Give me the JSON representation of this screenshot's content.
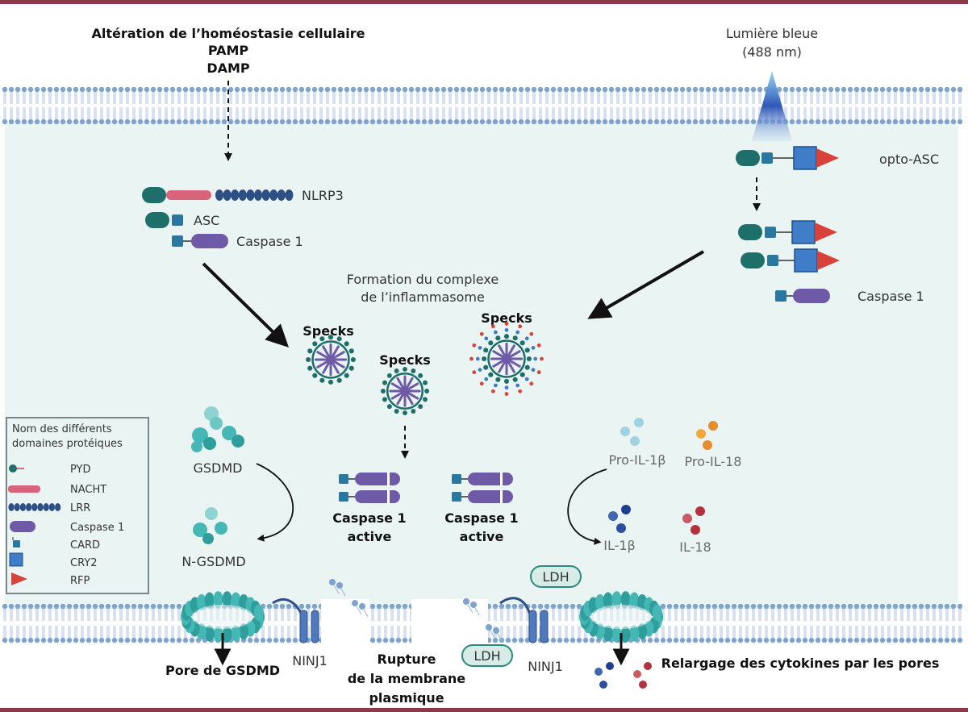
{
  "labels": {
    "top_stimulus": "Altération de l’homéostasie cellulaire",
    "pamp": "PAMP",
    "damp": "DAMP",
    "blue_light_1": "Lumière bleue",
    "blue_light_2": "(488 nm)",
    "opto_asc": "opto-ASC",
    "nlrp3": "NLRP3",
    "asc": "ASC",
    "caspase1_left": "Caspase 1",
    "caspase1_right": "Caspase 1",
    "complex_1": "Formation du complexe",
    "complex_2": "de l’inflammasome",
    "specks_1": "Specks",
    "specks_2": "Specks",
    "specks_3": "Specks",
    "gsdmd": "GSDMD",
    "n_gsdmd": "N-GSDMD",
    "casp_active_1a": "Caspase 1",
    "casp_active_1b": "active",
    "casp_active_2a": "Caspase 1",
    "casp_active_2b": "active",
    "pro_il1b": "Pro-IL-1β",
    "pro_il18": "Pro-IL-18",
    "il1b": "IL-1β",
    "il18": "IL-18",
    "ldh_inside": "LDH",
    "ldh_outside": "LDH",
    "ninj1_left": "NINJ1",
    "ninj1_right": "NINJ1",
    "pore": "Pore de GSDMD",
    "rupture_1": "Rupture",
    "rupture_2": "de la membrane",
    "rupture_3": "plasmique",
    "release": "Relargage des cytokines par les pores"
  },
  "legend": {
    "title_1": "Nom des différents",
    "title_2": "domaines protéiques",
    "items": [
      "PYD",
      "NACHT",
      "LRR",
      "Caspase 1",
      "CARD",
      "CRY2",
      "RFP"
    ]
  },
  "colors": {
    "frame": "#8b3a4a",
    "membrane_head": "#7fa3cf",
    "cytoplasm": "#eaf4f2",
    "pyd": "#1e6e6a",
    "nacht": "#d9637a",
    "lrr": "#2d4f86",
    "caspase": "#6f5aa8",
    "card": "#2a78a0",
    "cry2": "#3f7dc8",
    "rfp": "#d7433a",
    "gsdmd": "#45b7b5",
    "ldh": "#2a8a80"
  },
  "icons": {
    "blue_light": "light-beam-icon",
    "speck": "speck-icon",
    "pore": "gsdmd-pore-icon",
    "ninj1": "ninj1-icon",
    "lipid": "lipid-fragment-icon",
    "cytokine": "cytokine-dot-icon"
  }
}
